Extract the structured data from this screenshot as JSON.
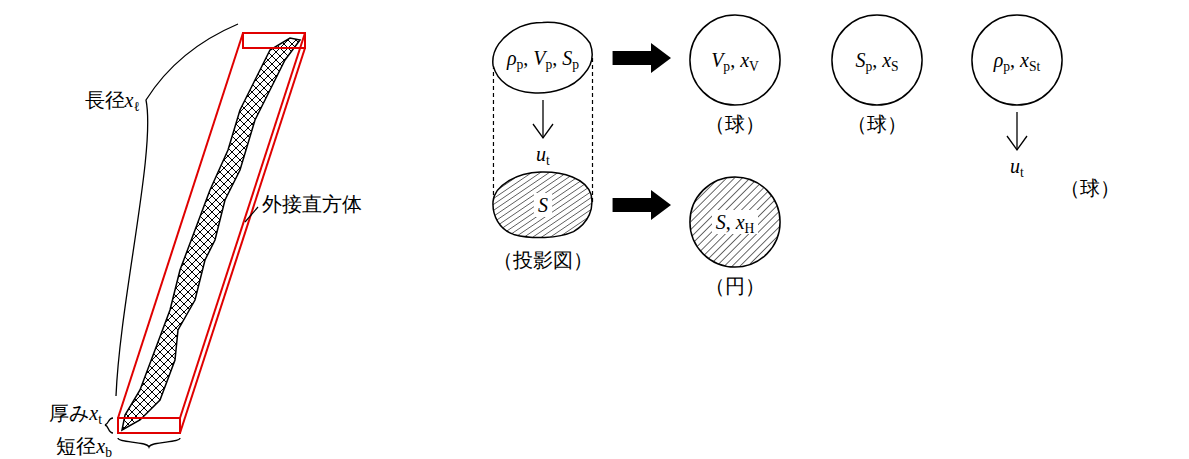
{
  "diagram": {
    "nodes": [
      {
        "text": [
          "ρp, Vp, Sp"
        ]
      },
      {
        "text": [
          "Vp, xV"
        ]
      },
      {
        "text": [
          "Sp, xS"
        ]
      },
      {
        "text": [
          "ρp, xSt"
        ]
      },
      {
        "text": [
          "S"
        ]
      },
      {
        "text": [
          "S, xH"
        ]
      }
    ],
    "edges": [
      {
        "from": 0,
        "to": 4,
        "arrow": "none"
      },
      {
        "from": 0,
        "to": 4,
        "arrow": "none"
      },
      {
        "from": 0,
        "to": 1,
        "arrow": "to"
      },
      {
        "from": 4,
        "to": 5,
        "arrow": "to"
      }
    ],
    "labels": [
      "長径xℓ",
      "厚みxt",
      "短径xb",
      "外接直方体",
      "ut",
      "（球）",
      "（球）",
      "ut",
      "（球）",
      "（投影図）",
      "（円）"
    ]
  }
}
